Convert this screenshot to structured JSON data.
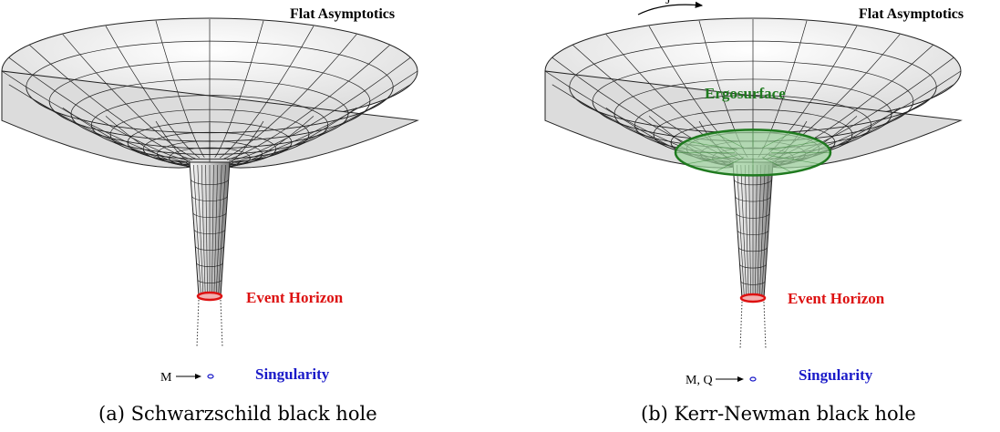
{
  "panels": [
    {
      "id": "a",
      "caption": "(a) Schwarzschild black hole",
      "flat_label": "Flat Asymptotics",
      "horizon_label": "Event Horizon",
      "singularity_label": "Singularity",
      "mass_label": "M",
      "has_ergosurface": false
    },
    {
      "id": "b",
      "caption": "(b) Kerr-Newman black hole",
      "flat_label": "Flat Asymptotics",
      "horizon_label": "Event Horizon",
      "singularity_label": "Singularity",
      "mass_label": "M, Q",
      "spin_label": "J",
      "ergo_label": "Ergosurface",
      "has_ergosurface": true
    }
  ],
  "colors": {
    "horizon": "#dd1111",
    "singularity": "#1a1ac8",
    "ergosurface": "#1f7a1f",
    "ergo_fill": "#9fd49f",
    "mesh": "#222222",
    "surface": "#e6e6e6"
  }
}
